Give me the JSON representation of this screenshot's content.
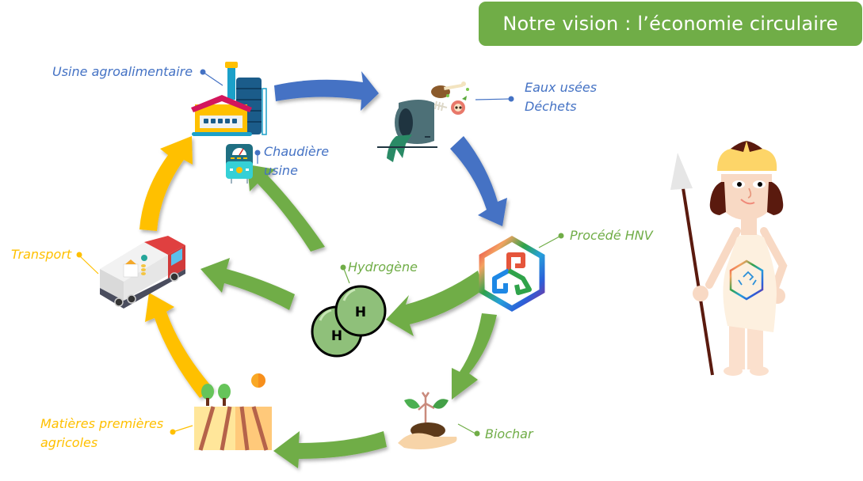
{
  "title": "Notre vision : l’économie circulaire",
  "colors": {
    "banner": "#70ad47",
    "blue_arrow": "#4472c4",
    "green_arrow": "#70ad47",
    "yellow_arrow": "#ffc000",
    "label_blue": "#4472c4",
    "label_green": "#70ad47",
    "label_yellow": "#ffc000"
  },
  "nodes": {
    "usine": {
      "label": "Usine agroalimentaire",
      "icon": "factory-icon"
    },
    "chaudiere": {
      "label_line1": "Chaudière",
      "label_line2": "usine",
      "icon": "boiler-icon"
    },
    "eaux": {
      "label_line1": "Eaux usées",
      "label_line2": "Déchets",
      "icon": "waste-pipe-icon"
    },
    "hnv": {
      "label": "Procédé HNV",
      "icon": "hnv-logo-icon"
    },
    "hydrogene": {
      "label": "Hydrogène",
      "icon": "hydrogen-molecule-icon",
      "atom_symbol": "H"
    },
    "transport": {
      "label": "Transport",
      "icon": "truck-icon"
    },
    "matieres": {
      "label_line1": "Matières premières",
      "label_line2": "agricoles",
      "icon": "field-icon"
    },
    "biochar": {
      "label": "Biochar",
      "icon": "plant-in-hand-icon"
    }
  },
  "mascot": {
    "icon": "warrior-mascot-icon"
  }
}
